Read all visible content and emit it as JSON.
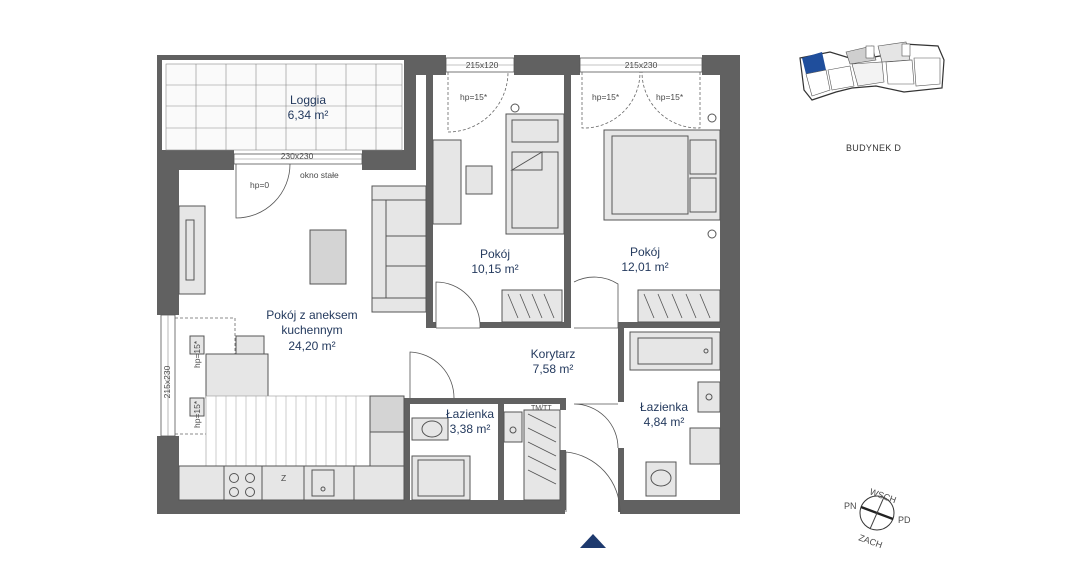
{
  "rooms": [
    {
      "name": "Loggia",
      "area": "6,34 m²"
    },
    {
      "name": "Pokój",
      "area": "10,15 m²"
    },
    {
      "name": "Pokój",
      "area": "12,01 m²"
    },
    {
      "name_line1": "Pokój z aneksem",
      "name_line2": "kuchennym",
      "area": "24,20 m²"
    },
    {
      "name": "Korytarz",
      "area": "7,58 m²"
    },
    {
      "name": "Łazienka",
      "area": "3,38 m²"
    },
    {
      "name": "Łazienka",
      "area": "4,84 m²"
    }
  ],
  "windows": {
    "w1": "230x230",
    "w2": "215x120",
    "w3": "215x230",
    "w4": "215x230"
  },
  "sill_heights": {
    "hp0": "hp=0",
    "hp15a": "hp=15*",
    "hp15b": "hp=15*",
    "hp15c": "hp=15*",
    "hp15d": "hp=15*",
    "hp15e": "hp=15*"
  },
  "notes": {
    "fixed_window": "okno stałe",
    "appliance": "TM/TT",
    "stove_mark": "Z"
  },
  "building": {
    "label": "BUDYNEK D"
  },
  "compass": {
    "n": "WSCH",
    "w": "PN",
    "e": "PD",
    "s": "ZACH"
  },
  "colors": {
    "walls": "#616161",
    "labels": "#243a5e",
    "entrance_marker": "#1e3a6e",
    "highlight": "#1f4e9c"
  }
}
